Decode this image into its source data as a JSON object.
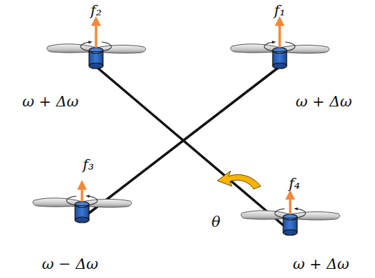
{
  "diagram": {
    "labels": [
      "f₂",
      "f₁",
      "ω + Δω",
      "ω + Δω",
      "f₃",
      "f₄",
      "θ",
      "ω − Δω",
      "ω + Δω"
    ]
  }
}
